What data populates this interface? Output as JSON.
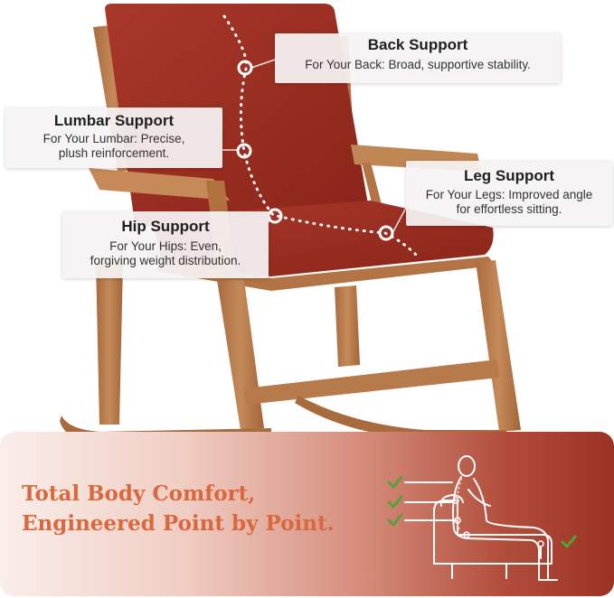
{
  "callouts": {
    "back": {
      "title": "Back Support",
      "desc": "For Your Back: Broad, supportive stability."
    },
    "lumbar": {
      "title": "Lumbar Support",
      "desc_line1": "For Your Lumbar: Precise,",
      "desc_line2": "plush reinforcement."
    },
    "leg": {
      "title": "Leg Support",
      "desc_line1": "For Your Legs: Improved angle",
      "desc_line2": "for effortless sitting."
    },
    "hip": {
      "title": "Hip Support",
      "desc_line1": "For Your Hips: Even,",
      "desc_line2": "forgiving weight distribution."
    }
  },
  "banner": {
    "headline_line1": "Total Body Comfort,",
    "headline_line2": "Engineered Point by Point."
  },
  "colors": {
    "cushion": "#9c2f22",
    "wood": "#b77a4b",
    "headline": "#d9683e",
    "check": "#57a13a"
  },
  "icons": [
    "checkmark-icon",
    "seated-person-icon"
  ]
}
